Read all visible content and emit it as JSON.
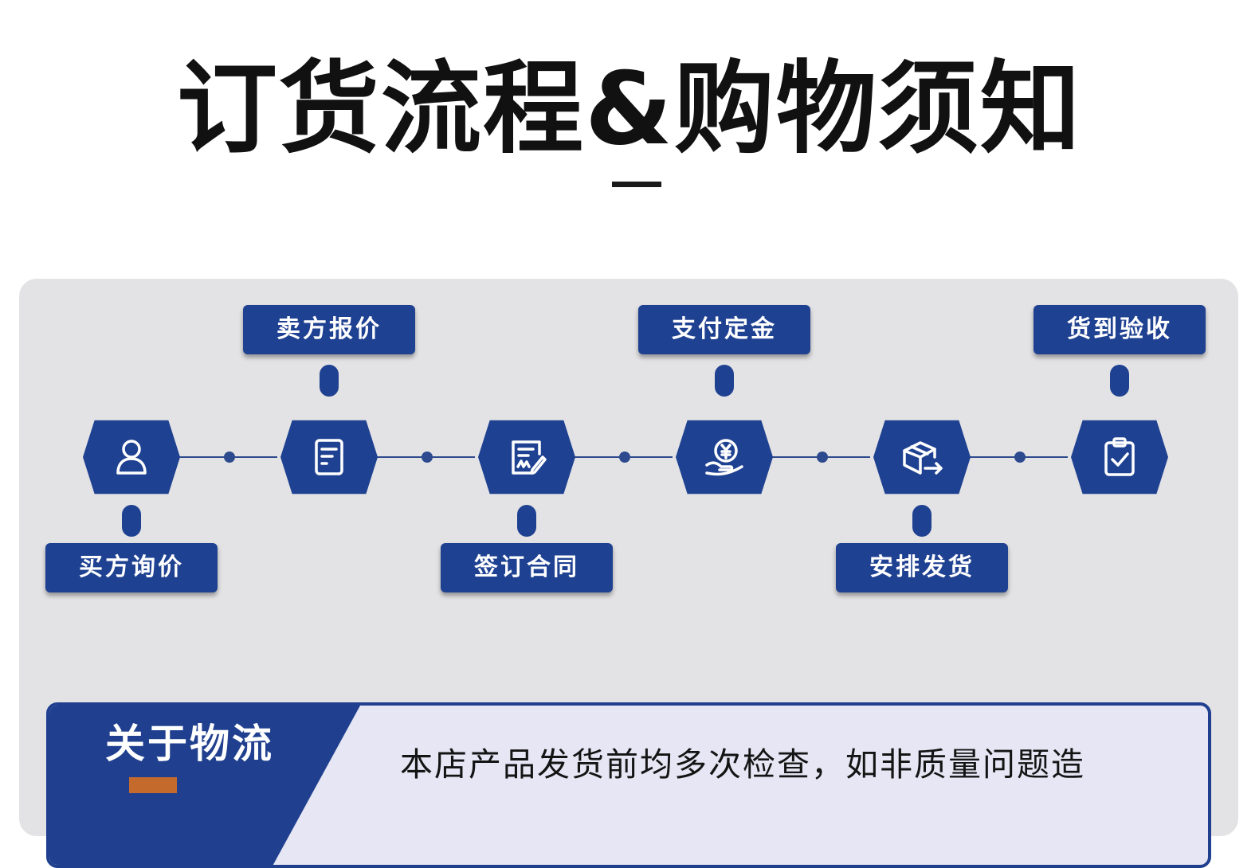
{
  "header": {
    "title": "订货流程&购物须知"
  },
  "steps": [
    {
      "label": "买方询价",
      "icon": "user-icon"
    },
    {
      "label": "卖方报价",
      "icon": "document-icon"
    },
    {
      "label": "签订合同",
      "icon": "signed-contract-icon"
    },
    {
      "label": "支付定金",
      "icon": "yen-coin-hand-icon"
    },
    {
      "label": "安排发货",
      "icon": "package-shipping-icon"
    },
    {
      "label": "货到验收",
      "icon": "clipboard-check-icon"
    }
  ],
  "logistics": {
    "title": "关于物流",
    "text": "本店产品发货前均多次检查，如非质量问题造"
  },
  "colors": {
    "primary": "#1f4191",
    "panel": "#e3e3e5"
  }
}
